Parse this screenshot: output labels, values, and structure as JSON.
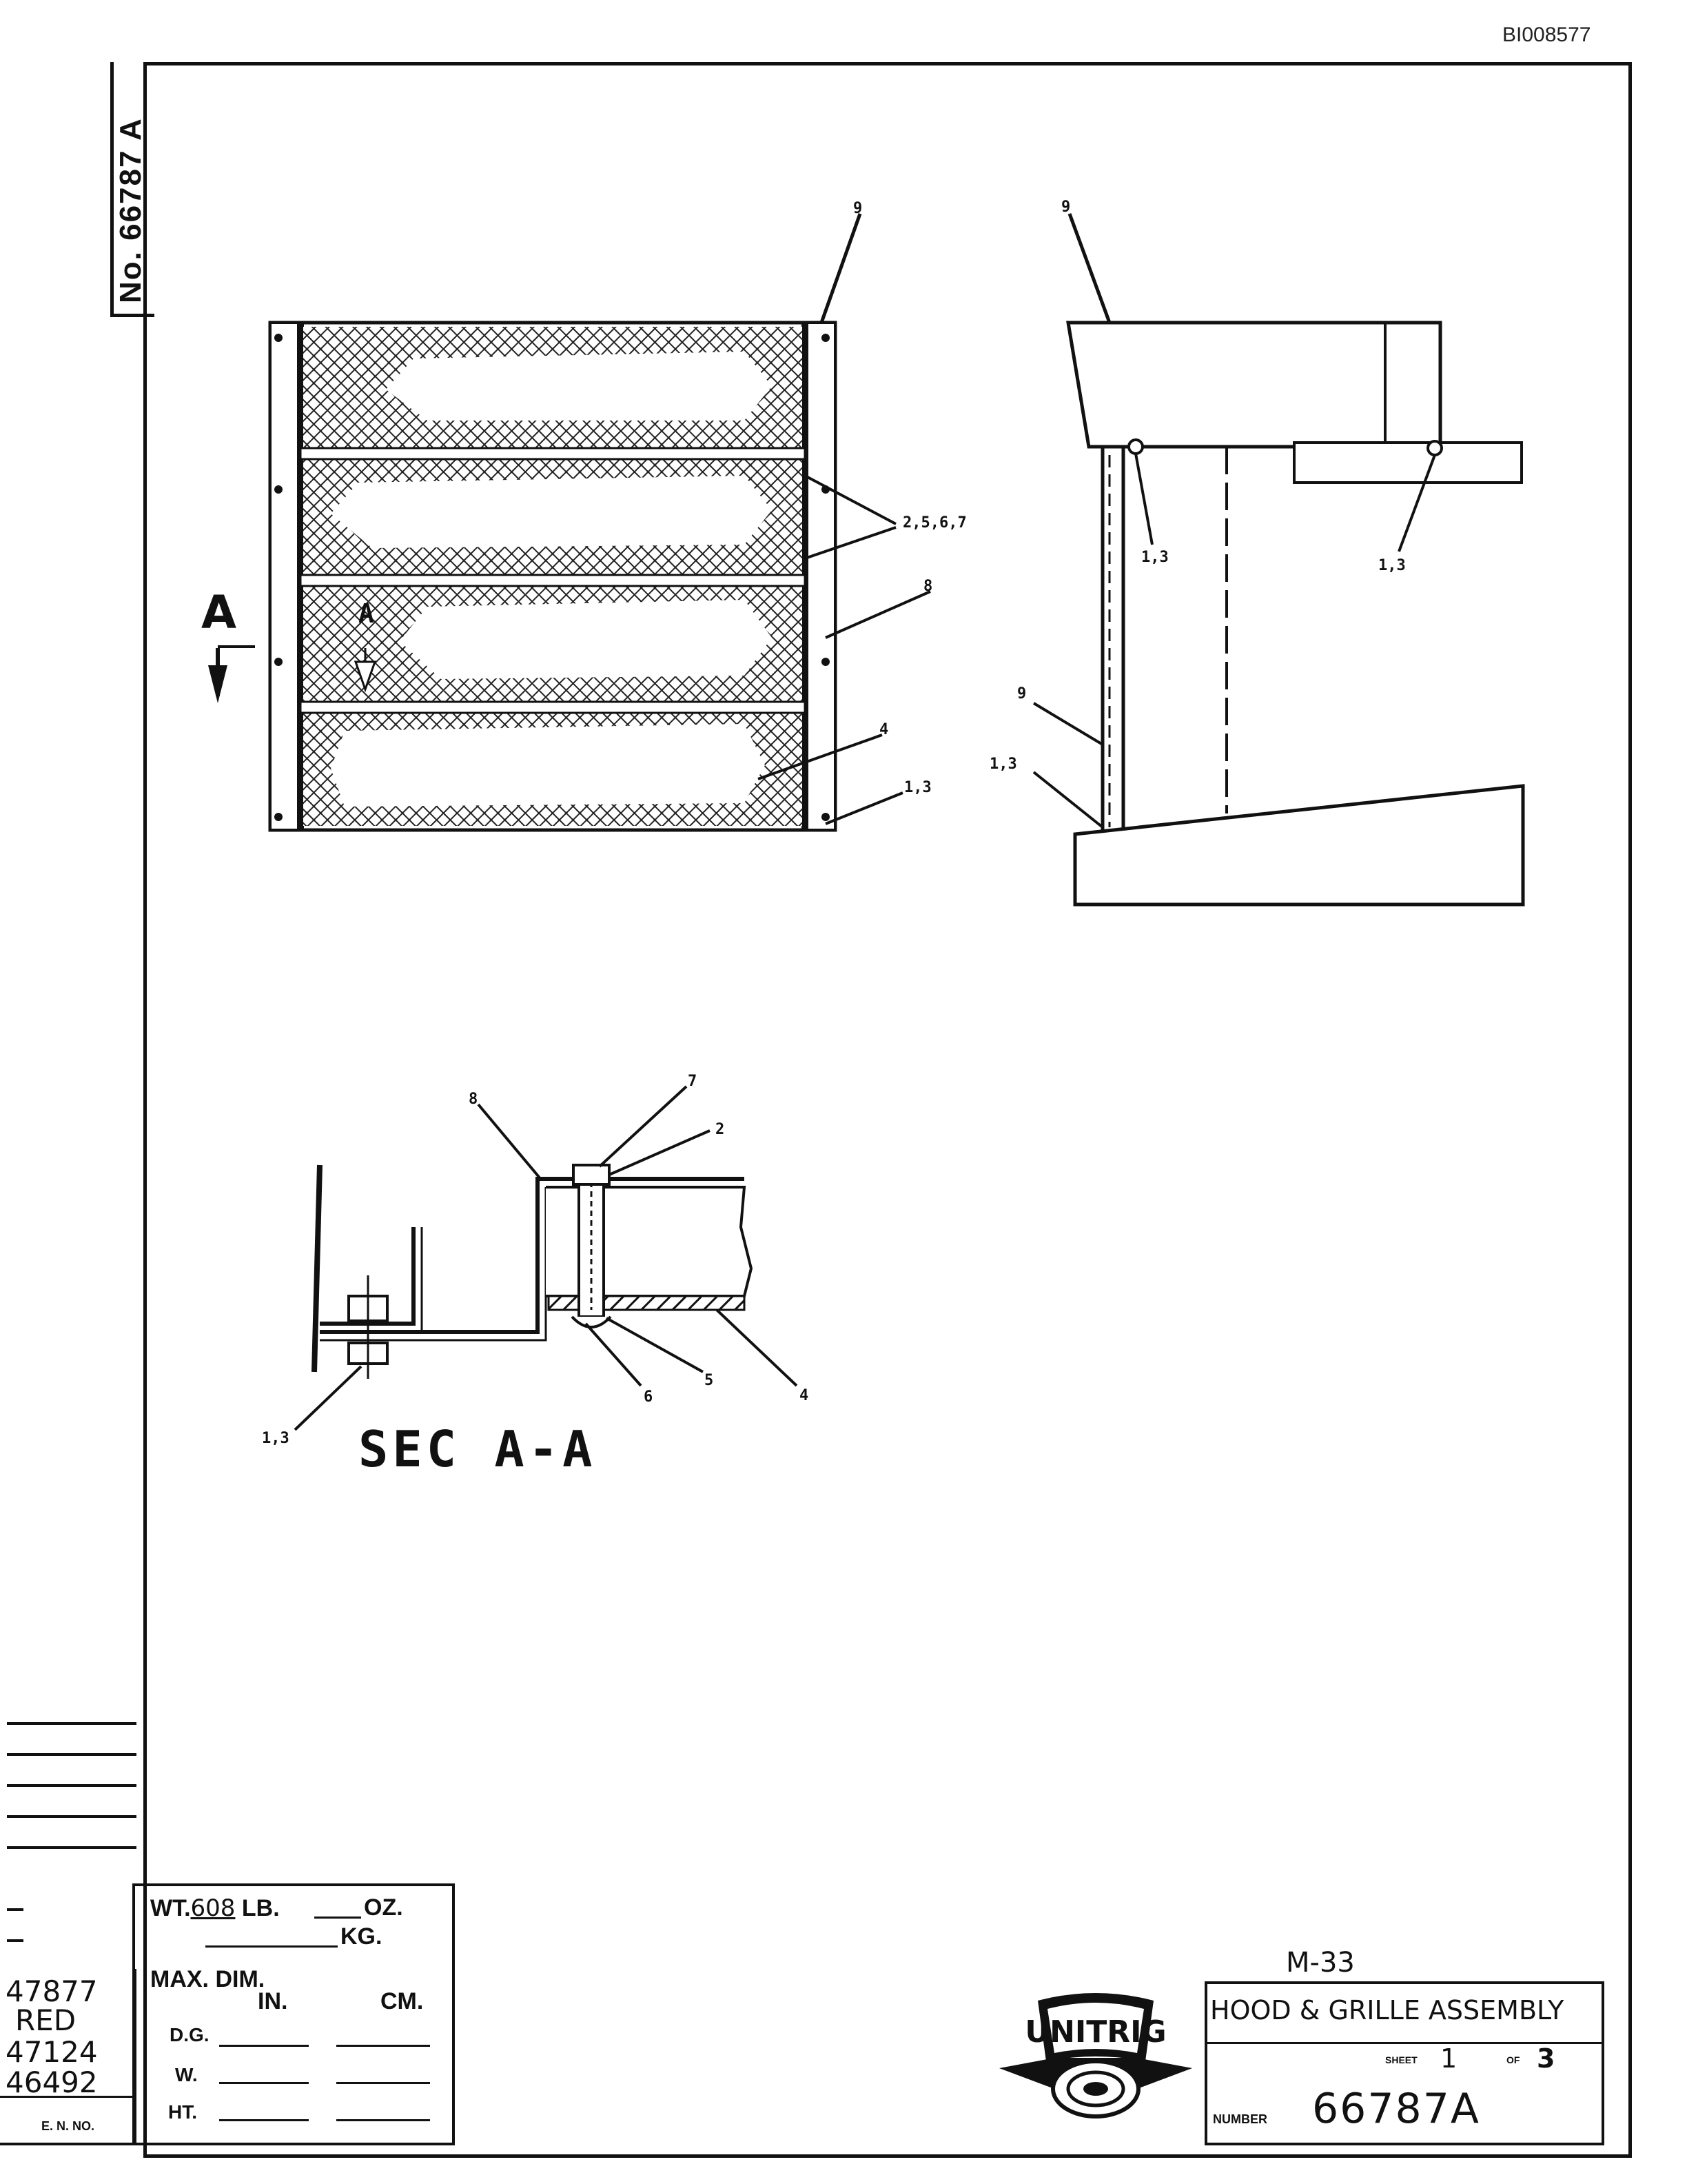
{
  "header": {
    "doc_id": "BI008577"
  },
  "side_tab": {
    "number": "No. 66787 A"
  },
  "drawing": {
    "front_view": {
      "section_marker": "A",
      "inner_marker": "A",
      "callouts": [
        "9",
        "2,5,6,7",
        "8",
        "4",
        "1,3"
      ]
    },
    "side_view": {
      "callouts": [
        "9",
        "1,3",
        "1,3",
        "9",
        "1,3"
      ]
    },
    "section_view": {
      "label": "SEC A-A",
      "callouts": [
        "8",
        "7",
        "2",
        "1,3",
        "6",
        "5",
        "4"
      ]
    }
  },
  "title_block": {
    "weight": {
      "prefix": "WT.",
      "value": "608",
      "lb": "LB.",
      "oz": "OZ.",
      "kg": "KG."
    },
    "max_dim": {
      "label": "MAX. DIM.",
      "in": "IN.",
      "cm": "CM.",
      "rows": [
        "D.G.",
        "W.",
        "HT."
      ]
    },
    "ecn": {
      "rows": [
        "47877",
        "RED",
        "47124",
        "46492"
      ],
      "label": "E. N. NO."
    },
    "model": "M-33",
    "title": "HOOD & GRILLE ASSEMBLY",
    "sheet": {
      "label": "SHEET",
      "value": "1",
      "of_label": "OF",
      "total": "3"
    },
    "number": {
      "label": "NUMBER",
      "value": "66787A"
    },
    "logo_text": "UNITRIG"
  }
}
